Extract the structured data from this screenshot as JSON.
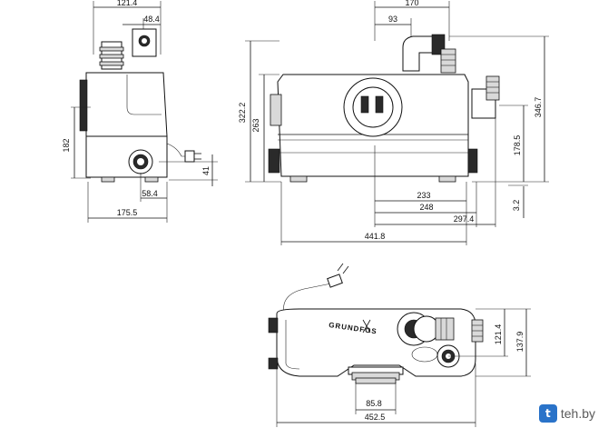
{
  "dimensions": {
    "side_top_width": "121.4",
    "side_outlet_offset": "48.4",
    "side_height": "182",
    "side_inlet_height": "41",
    "side_inlet_offset": "58.4",
    "side_base_width": "175.5",
    "front_top_a": "170",
    "front_top_b": "93",
    "front_overall_height": "322.2",
    "front_body_height": "263",
    "front_right_height": "346.7",
    "front_inlet_height": "178.5",
    "front_feet_offset": "3.2",
    "front_width_a": "233",
    "front_width_b": "248",
    "front_width_c": "297.4",
    "front_total_width": "441.8",
    "top_depth_a": "121.4",
    "top_depth_b": "137.9",
    "top_port_width": "85.8",
    "top_total_width": "452.5"
  },
  "brand_label": "GRUNDFOS",
  "watermark": {
    "icon": "t-logo-icon",
    "icon_glyph": "t",
    "text": "teh.by"
  }
}
